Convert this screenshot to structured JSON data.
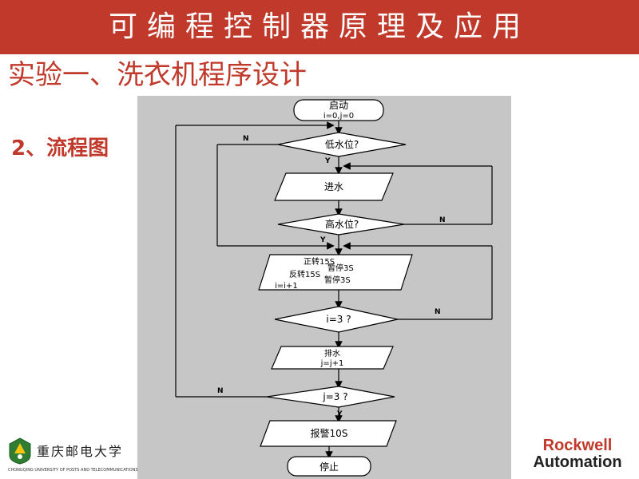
{
  "header": {
    "title": "可编程控制器原理及应用"
  },
  "subtitle": "实验一、洗衣机程序设计",
  "section_label": "2、流程图",
  "flowchart": {
    "start_line1": "启动",
    "start_line2": "i=0,j=0",
    "low_water": "低水位?",
    "inlet": "进水",
    "high_water": "高水位?",
    "wash_forward": "正转15S",
    "wash_pause1": "暂停3S",
    "wash_reverse": "反转15S",
    "wash_pause2": "暂停3S",
    "wash_incr": "i=i+1",
    "check_i": "i=3 ?",
    "drain_line1": "排水",
    "drain_line2": "j=j+1",
    "check_j": "j=3 ?",
    "alarm": "报警10S",
    "stop": "停止",
    "yes": "Y",
    "no": "N"
  },
  "logos": {
    "left_cn": "重庆邮电大学",
    "left_en": "CHONGQING UNIVERSITY OF POSTS AND TELECOMMUNICATIONS",
    "right_line1": "Rockwell",
    "right_line2": "Automation"
  },
  "colors": {
    "accent": "#c0392b",
    "diagram_bg": "#c6c6c6"
  }
}
